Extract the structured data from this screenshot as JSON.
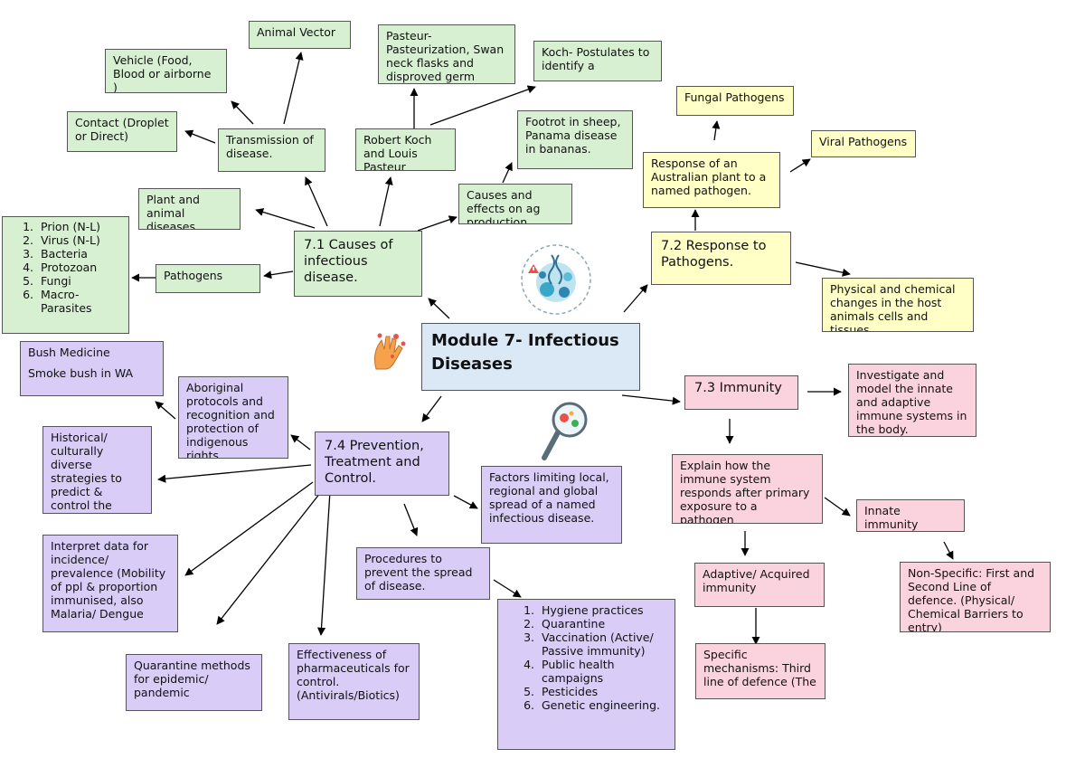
{
  "title": "Module 7- Infectious Diseases",
  "section_71": {
    "heading": "7.1 Causes of infectious disease.",
    "animal_vector": "Animal Vector",
    "vehicle": "Vehicle (Food, Blood or airborne )",
    "contact": "Contact (Droplet or Direct)",
    "transmission": "Transmission of disease.",
    "pasteur": "Pasteur- Pasteurization, Swan neck flasks and disproved germ",
    "koch_postulates": "Koch- Postulates to identify a",
    "koch_pasteur": "Robert Koch and Louis Pasteur",
    "footrot": "Footrot in sheep, Panama disease in bananas.",
    "causes_effects": "Causes and effects on ag production",
    "plant_animal": "Plant and animal diseases",
    "pathogens": "Pathogens",
    "pathogen_list": [
      "Prion (N-L)",
      "Virus (N-L)",
      "Bacteria",
      "Protozoan",
      "Fungi",
      "Macro-Parasites"
    ]
  },
  "section_72": {
    "heading": "7.2 Response to Pathogens.",
    "fungal": "Fungal Pathogens",
    "viral": "Viral Pathogens",
    "plant_response": "Response of an Australian plant to a named pathogen.",
    "physical_chemical": "Physical and chemical changes in the host animals cells and tissues"
  },
  "section_73": {
    "heading": "7.3 Immunity",
    "investigate": "Investigate and model the innate and adaptive immune systems in the body.",
    "explain": "Explain how the immune system responds after primary exposure to a pathogen",
    "innate": "Innate immunity",
    "non_specific": "Non-Specific: First and Second Line of defence. (Physical/ Chemical Barriers to entry)",
    "adaptive": "Adaptive/ Acquired immunity",
    "specific": "Specific mechanisms: Third line of defence (The"
  },
  "section_74": {
    "heading": "7.4 Prevention, Treatment and Control.",
    "bush_medicine": "Bush Medicine",
    "smoke_bush": "Smoke bush in WA",
    "aboriginal": "Aboriginal protocols and recognition and protection of indigenous rights",
    "historical": "Historical/ culturally diverse strategies to predict & control the",
    "factors": "Factors limiting local, regional and global spread of a named infectious disease.",
    "interpret": "Interpret data for incidence/ prevalence (Mobility of ppl & proportion immunised, also Malaria/ Dengue",
    "procedures": "Procedures to prevent the spread of disease.",
    "procedure_list": [
      "Hygiene practices",
      "Quarantine",
      "Vaccination (Active/ Passive immunity)",
      "Public health campaigns",
      "Pesticides",
      "Genetic engineering."
    ],
    "quarantine": "Quarantine methods for epidemic/ pandemic",
    "pharma": "Effectiveness of pharmaceuticals for control. (Antivirals/Biotics)"
  },
  "colors": {
    "section_71": "#d7f0d2",
    "section_72": "#ffffc6",
    "section_73": "#fbd3df",
    "section_74": "#d9ccf6",
    "title": "#dbe8f6"
  },
  "icons": [
    "virus-cluster-icon",
    "hands-germs-icon",
    "magnifier-germ-icon"
  ]
}
